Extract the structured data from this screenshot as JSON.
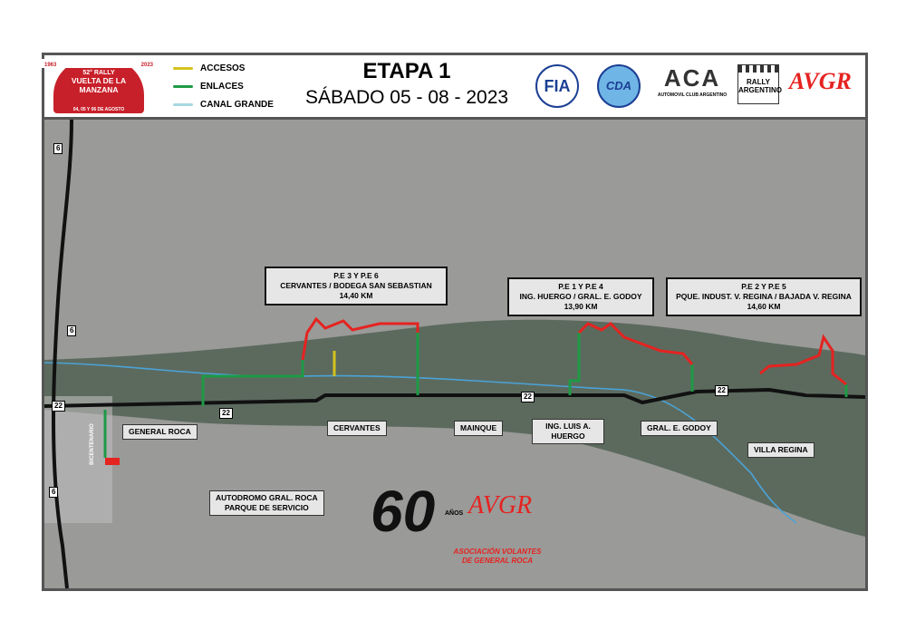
{
  "header": {
    "event_logo": {
      "years_left": "1963",
      "years_right": "2023",
      "edition": "52° RALLY",
      "name": "VUELTA DE LA MANZANA",
      "dates": "04, 05 Y 06 DE AGOSTO"
    },
    "legend": [
      {
        "label": "ACCESOS",
        "color": "#d4c21c"
      },
      {
        "label": "ENLACES",
        "color": "#1e9a45"
      },
      {
        "label": "CANAL GRANDE",
        "color": "#a8d8e0"
      }
    ],
    "title": "ETAPA 1",
    "subtitle": "SÁBADO 05 - 08 - 2023",
    "logos": {
      "fia": "FIA",
      "cda": "CDA",
      "aca": "ACA",
      "aca_caption": "AUTOMOVIL CLUB ARGENTINO",
      "rally_argentino": "RALLY ARGENTINO",
      "avgr": "AVGR"
    }
  },
  "map": {
    "stages": [
      {
        "title": "P.E 3 Y P.E 6",
        "name": "CERVANTES / BODEGA SAN SEBASTIAN",
        "distance": "14,40 KM"
      },
      {
        "title": "P.E 1 Y P.E 4",
        "name": "ING. HUERGO / GRAL. E. GODOY",
        "distance": "13,90 KM"
      },
      {
        "title": "P.E 2 Y P.E 5",
        "name": "PQUE. INDUST. V. REGINA / BAJADA V. REGINA",
        "distance": "14,60 KM"
      }
    ],
    "places": [
      "GENERAL ROCA",
      "CERVANTES",
      "MAINQUE",
      "ING. LUIS A. HUERGO",
      "GRAL. E. GODOY",
      "VILLA REGINA",
      "AUTODROMO GRAL. ROCA\nPARQUE DE SERVICIO"
    ],
    "road_shields": [
      "6",
      "6",
      "6",
      "22",
      "22",
      "22",
      "22"
    ],
    "vertical_label": "BICENTENARIO",
    "watermark": {
      "years": "60",
      "anos": "AÑOS",
      "brand": "AVGR",
      "org_line1": "ASOCIACIÓN VOLANTES",
      "org_line2": "DE GENERAL ROCA"
    },
    "colors": {
      "stage": "#e52320",
      "link": "#1e9a45",
      "access": "#d4c21c",
      "canal": "#4aa3d8",
      "road": "#111111"
    }
  }
}
